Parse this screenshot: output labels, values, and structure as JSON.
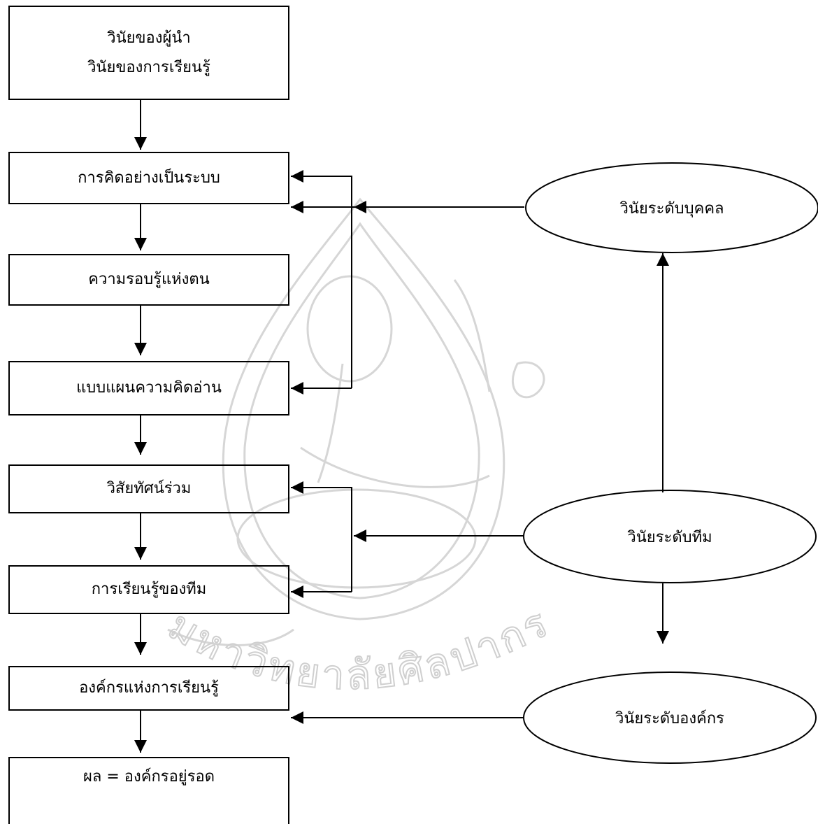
{
  "boxes": {
    "leader_discipline": [
      "วินัยของผู้นำ",
      "วินัยของการเรียนรู้"
    ],
    "systems_thinking": "การคิดอย่างเป็นระบบ",
    "personal_mastery": "ความรอบรู้แห่งตน",
    "mental_models": "แบบแผนความคิดอ่าน",
    "shared_vision": "วิสัยทัศน์ร่วม",
    "team_learning": "การเรียนรู้ของทีม",
    "learning_organization": "องค์กรแห่งการเรียนรู้",
    "result": "ผล = องค์กรอยู่รอด"
  },
  "ellipses": {
    "individual_level": "วินัยระดับบุคคล",
    "team_level": "วินัยระดับทีม",
    "organization_level": "วินัยระดับองค์กร"
  },
  "watermark": {
    "emblem": "ganesha-seal",
    "arc_text": "มหาวิทยาลัยศิลปากร"
  }
}
